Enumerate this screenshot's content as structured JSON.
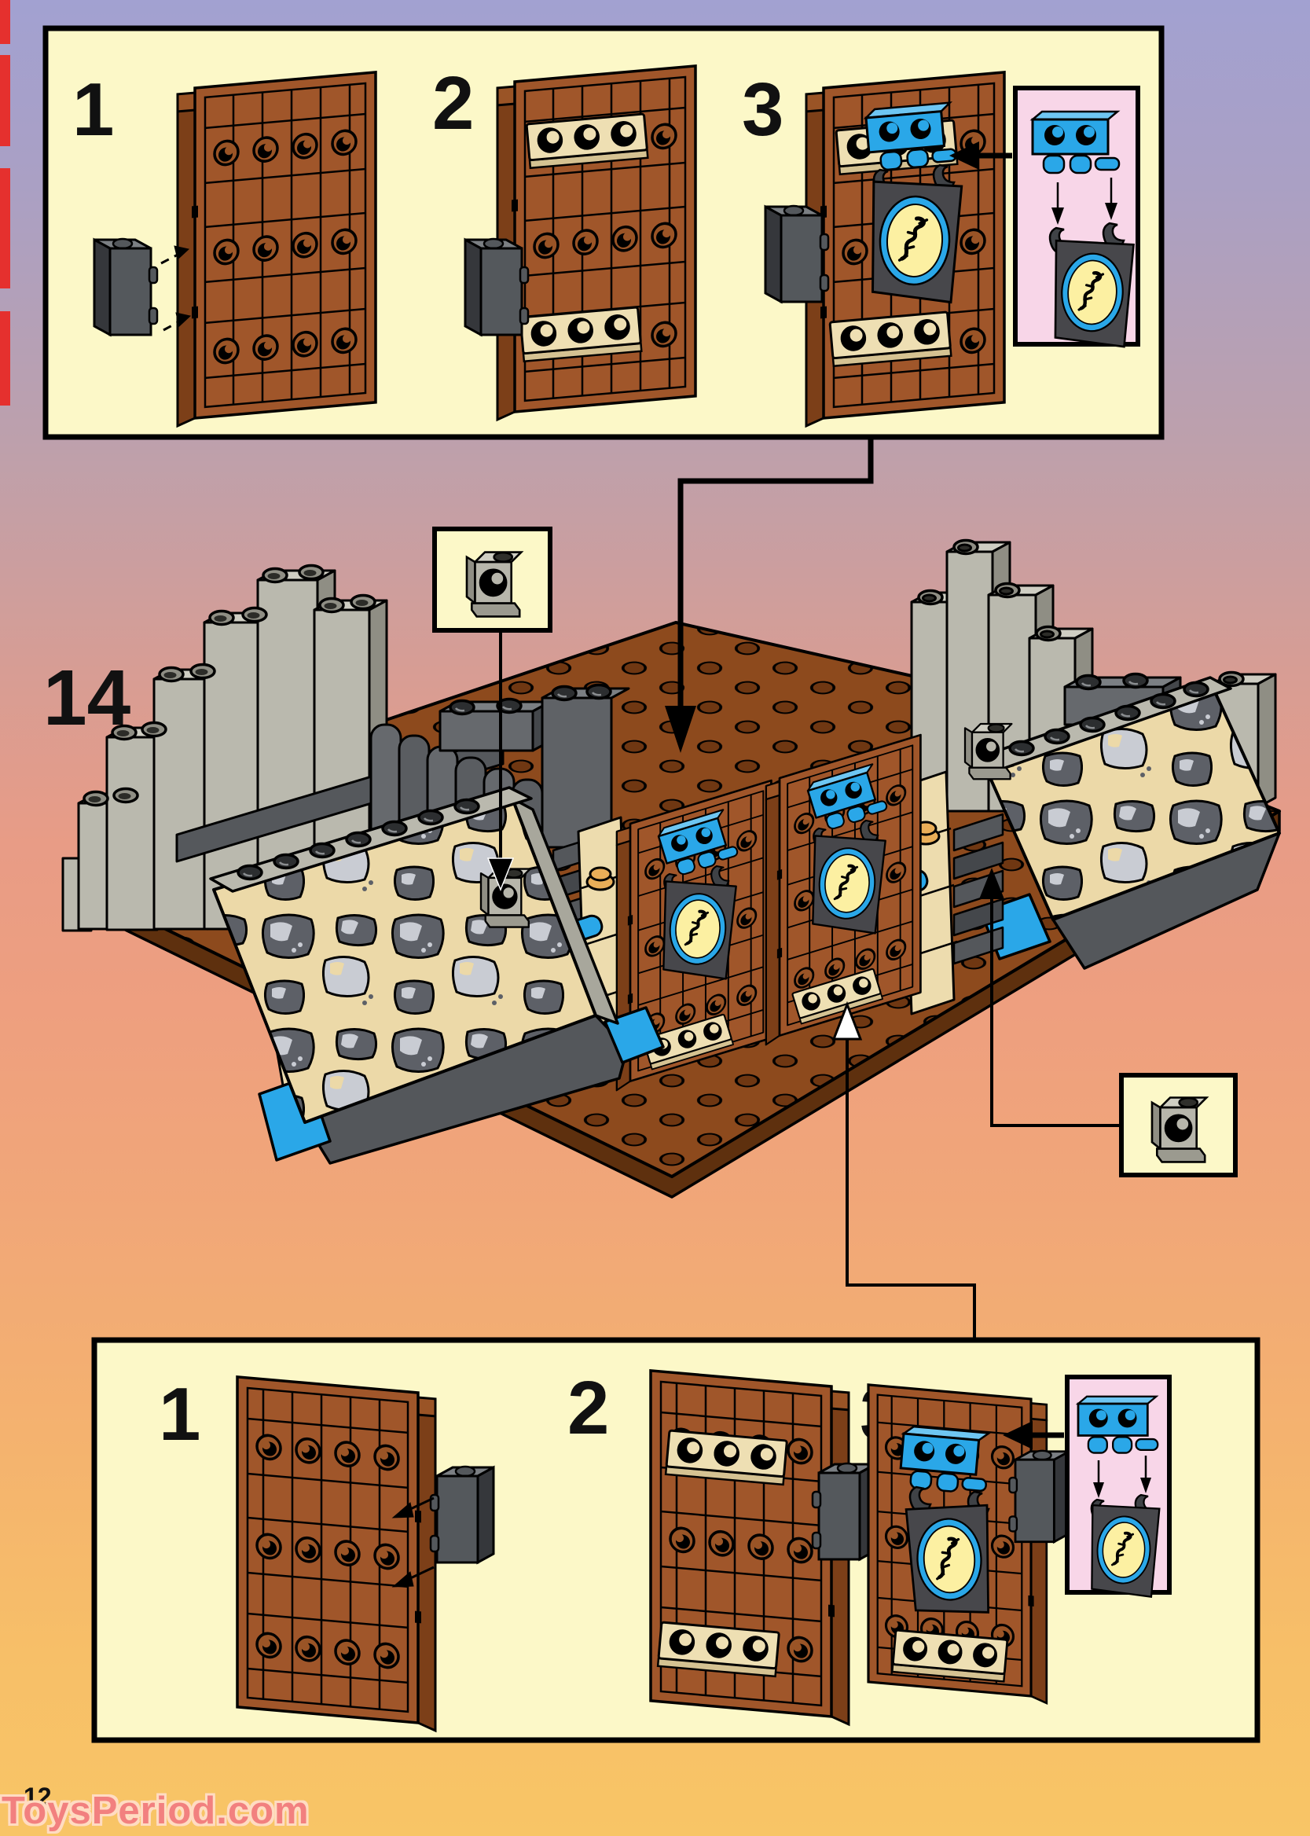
{
  "page": {
    "step_number": "14",
    "page_number": "12",
    "watermark": "ToysPeriod.com"
  },
  "top_panel": {
    "steps": [
      {
        "label": "1"
      },
      {
        "label": "2"
      },
      {
        "label": "3"
      }
    ]
  },
  "bottom_panel": {
    "steps": [
      {
        "label": "1"
      },
      {
        "label": "2"
      },
      {
        "label": "3"
      }
    ]
  },
  "colors": {
    "background_top": "#a2a1d1",
    "background_middle": "#ee9f7f",
    "background_bottom": "#f8c566",
    "panel_fill": "#fcf8c8",
    "inset_fill": "#f8d6e8",
    "door_brown": "#a0562a",
    "door_brown_dark": "#7c3f18",
    "tan_plate": "#eedfb3",
    "hinge_blue": "#2aa7e8",
    "flag_gray": "#47474b",
    "flag_yellow": "#fcf0a2",
    "rock_light_gray": "#bab9ae",
    "rock_dark_gray": "#66696d",
    "baseplate_brown": "#8d4a1d",
    "slope_blue": "#2aa7e8",
    "print_mark_red": "#e5302e",
    "watermark_pink": "#f2807f"
  }
}
